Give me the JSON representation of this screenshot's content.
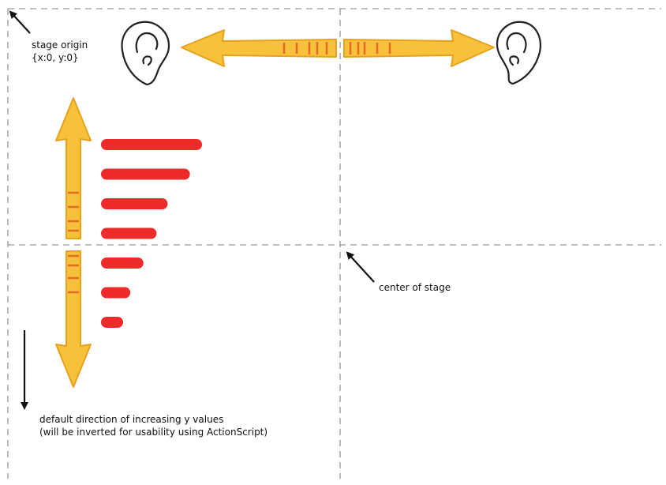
{
  "labels": {
    "origin_line1": "stage origin",
    "origin_line2": "{x:0, y:0}",
    "center": "center of stage",
    "y_direction_line1": "default direction of increasing y values",
    "y_direction_line2": "(will be inverted for usability using ActionScript)"
  },
  "colors": {
    "guide_line": "#9a9a9a",
    "arrow_fill": "#f7c23a",
    "arrow_stroke": "#e8a11f",
    "arrow_hatch": "#e36b2a",
    "volume_bar": "#ee2a2a",
    "ear_stroke": "#222222",
    "pointer_arrow": "#111111"
  },
  "icons": {
    "left_ear": "left-ear-icon",
    "right_ear": "right-ear-icon"
  },
  "volume_bars": {
    "count": 7,
    "relative_lengths": [
      1.0,
      0.88,
      0.66,
      0.55,
      0.42,
      0.29,
      0.18
    ]
  }
}
